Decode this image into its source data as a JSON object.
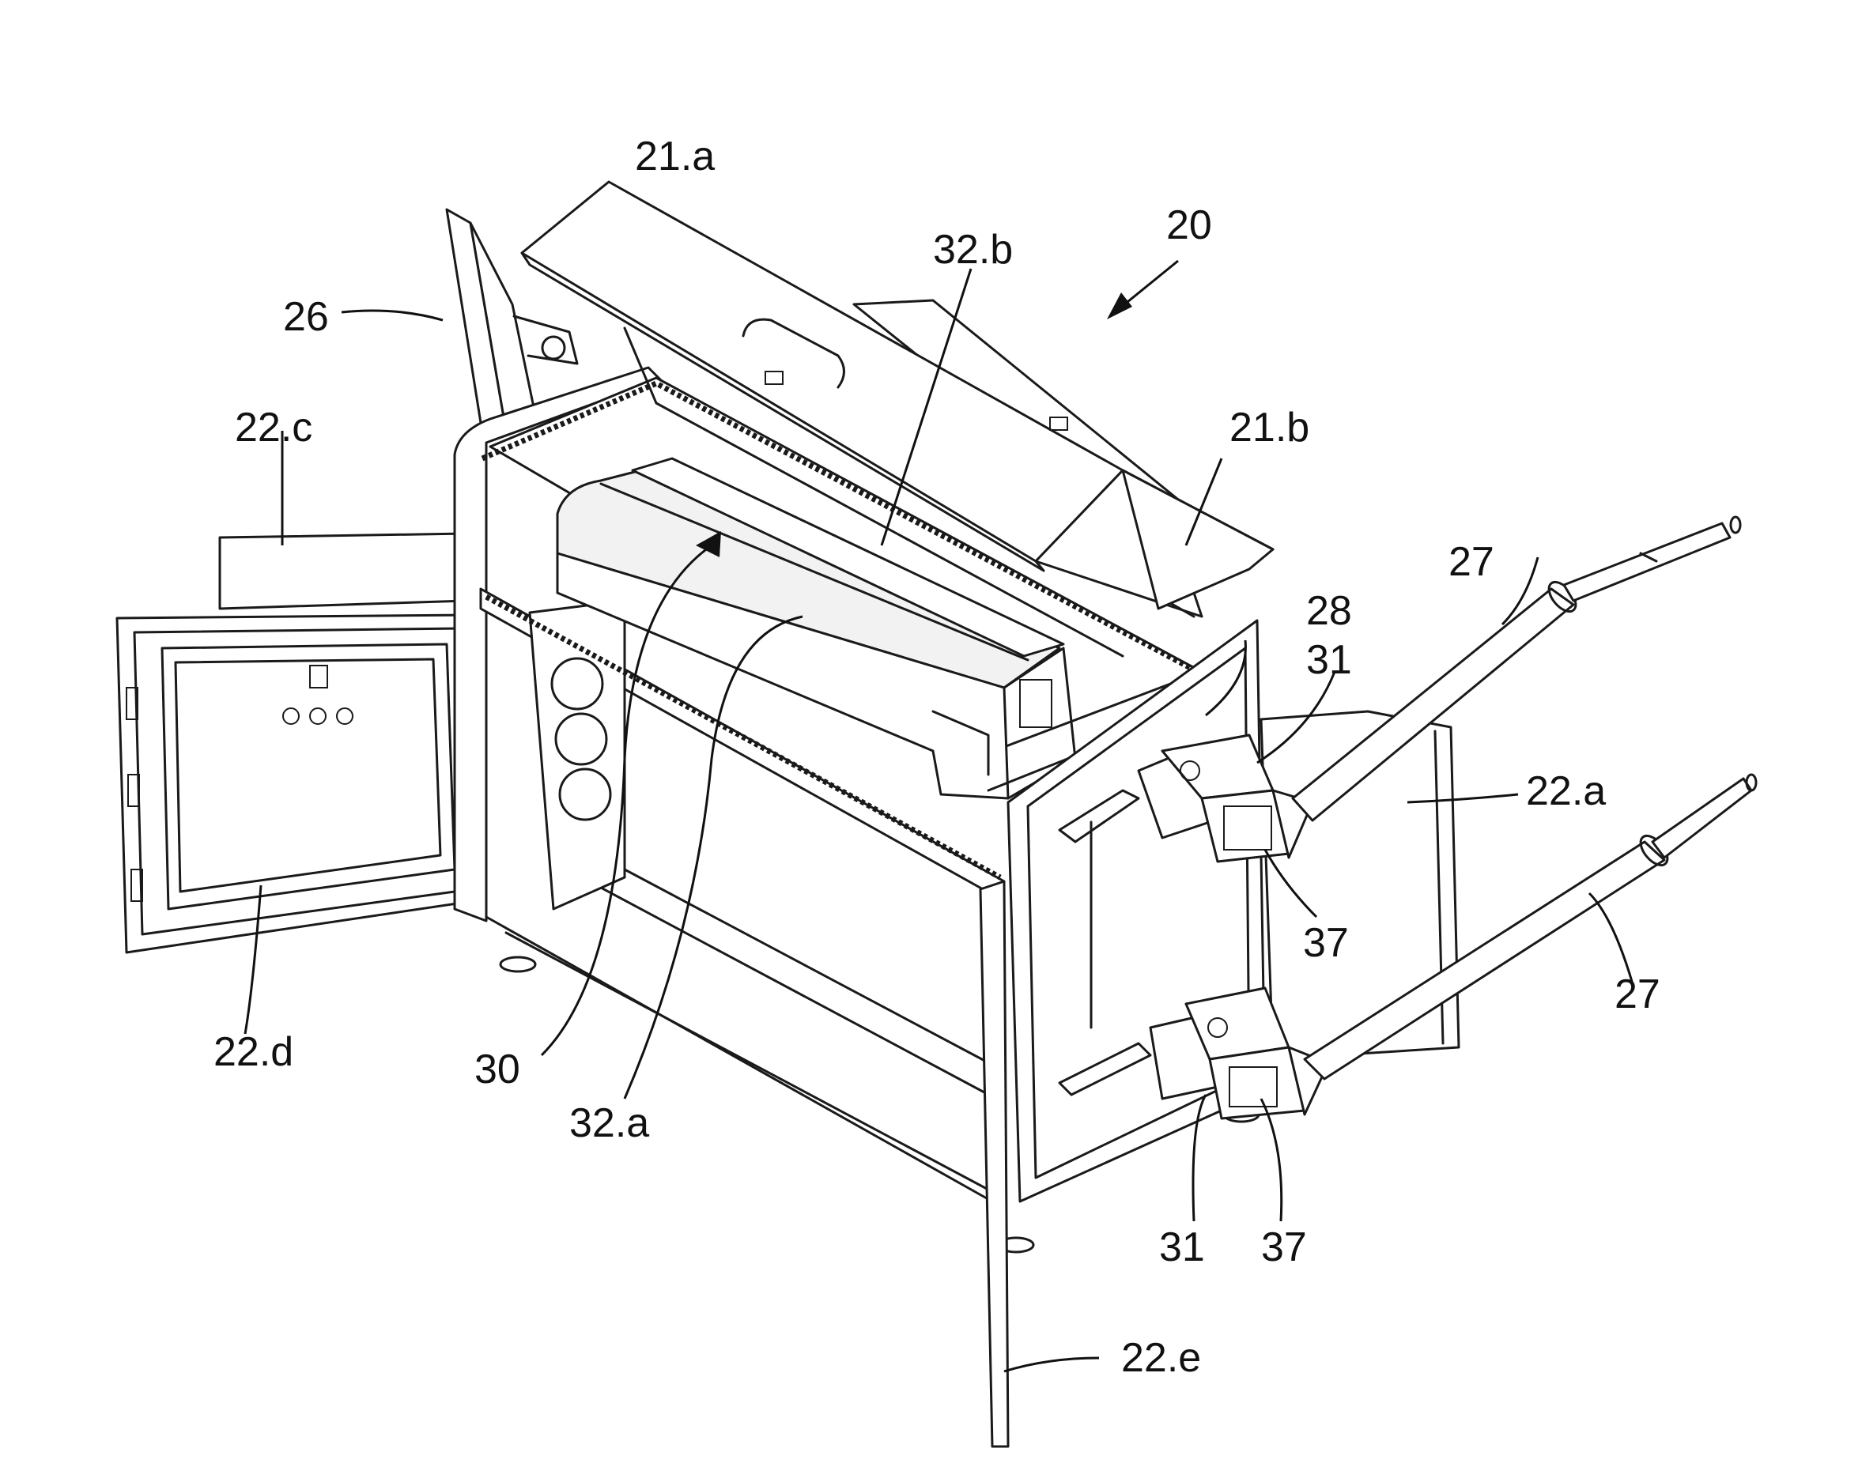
{
  "labels": {
    "l20": "20",
    "l21a": "21.a",
    "l21b": "21.b",
    "l22a": "22.a",
    "l22c": "22.c",
    "l22d": "22.d",
    "l22e": "22.e",
    "l26": "26",
    "l27_upper": "27",
    "l27_lower": "27",
    "l28": "28",
    "l30": "30",
    "l31_upper": "31",
    "l31_lower": "31",
    "l32a": "32.a",
    "l32b": "32.b",
    "l37_upper": "37",
    "l37_lower": "37"
  }
}
